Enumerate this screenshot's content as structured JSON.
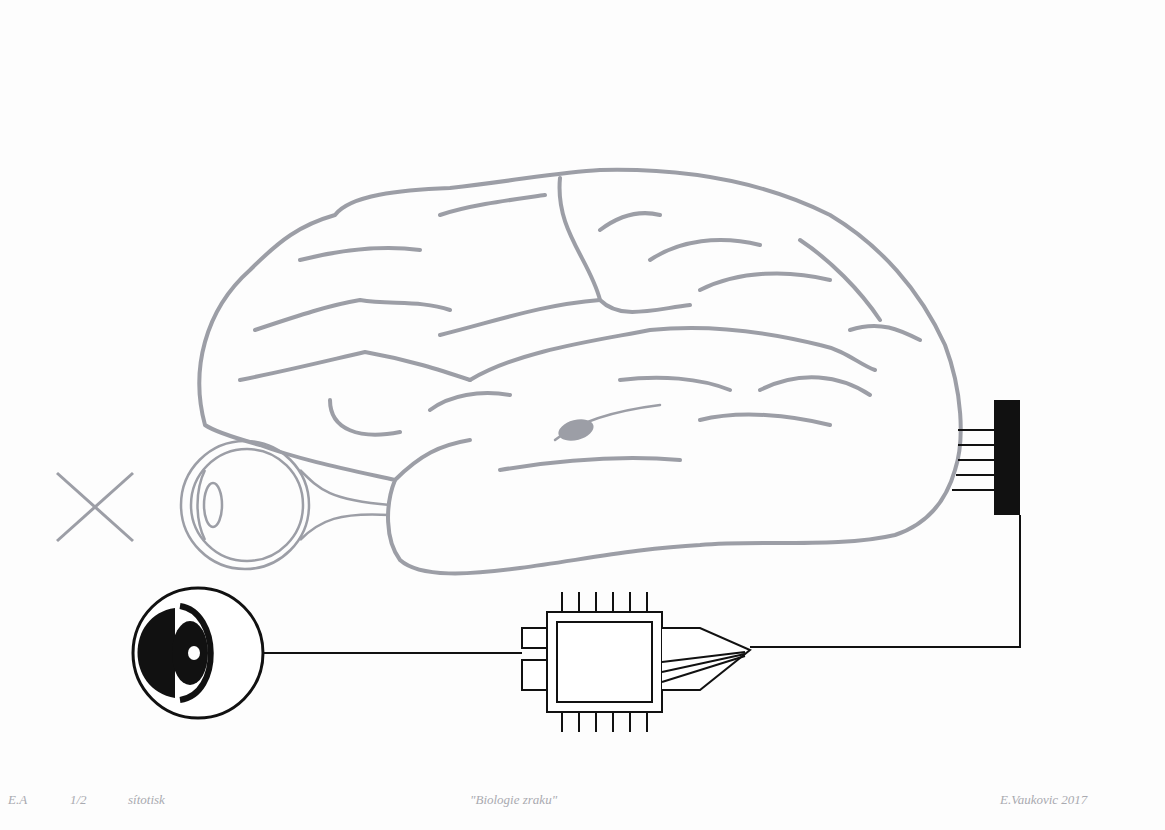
{
  "diagram": {
    "labels": [
      "E.A",
      "1/2",
      "sítotisk",
      "\"Biologie zraku\"",
      "E.Vaukovic 2017"
    ]
  }
}
